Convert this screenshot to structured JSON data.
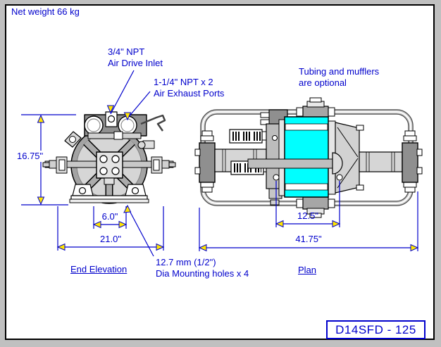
{
  "header": {
    "net_weight": "Net weight 66 kg"
  },
  "annotations": {
    "air_inlet": {
      "line1": "3/4\" NPT",
      "line2": "Air Drive Inlet"
    },
    "exhaust": {
      "line1": "1-1/4\" NPT x 2",
      "line2": "Air Exhaust Ports"
    },
    "tubing": {
      "line1": "Tubing and mufflers",
      "line2": "are optional"
    },
    "mounting": {
      "line1": "12.7 mm (1/2\")",
      "line2": "Dia Mounting holes x 4"
    }
  },
  "dimensions": {
    "overall_height": "16.75\"",
    "slot_spacing": "6.0\"",
    "base_width": "21.0\"",
    "hole_spacing": "12.5\"",
    "overall_length": "41.75\""
  },
  "view_labels": {
    "end_elevation": "End Elevation",
    "plan": "Plan"
  },
  "model": {
    "label": "D14SFD - 125"
  },
  "colors": {
    "annotation_blue": "#0000CC",
    "pump_cyan": "#00FFFF",
    "arrow_yellow": "#FFE600",
    "frame_gray": "#C0C0C0"
  }
}
